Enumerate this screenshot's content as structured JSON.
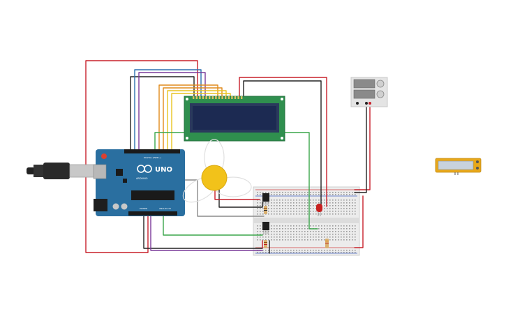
{
  "arduino": {
    "brand": "ARDUINO",
    "model": "UNO",
    "digital_label": "DIGITAL (PWM~)",
    "power_label": "POWER",
    "analog_label": "ANALOG IN"
  },
  "colors": {
    "background": "#ffffff",
    "arduino_board": "#2a6fa0",
    "lcd_board": "#2f8f4e",
    "lcd_screen": "#1c2a52",
    "motor": "#f2c21a",
    "breadboard": "#e9e9e9",
    "wire_red": "#c8202a",
    "wire_black": "#222222",
    "wire_green": "#3aa64a",
    "wire_blue": "#2a6fb0",
    "wire_purple": "#7a3a9a",
    "wire_orange": "#e08a1a",
    "wire_yellow": "#e8c420",
    "wire_gray": "#8a8a8a",
    "sensor_body": "#e8a81a"
  },
  "components": [
    "usb-cable",
    "arduino-uno",
    "lcd-16x2",
    "dc-motor-with-fan",
    "breadboard",
    "transistor",
    "temperature-sensor",
    "red-led",
    "resistor",
    "power-supply",
    "sensor-module"
  ]
}
